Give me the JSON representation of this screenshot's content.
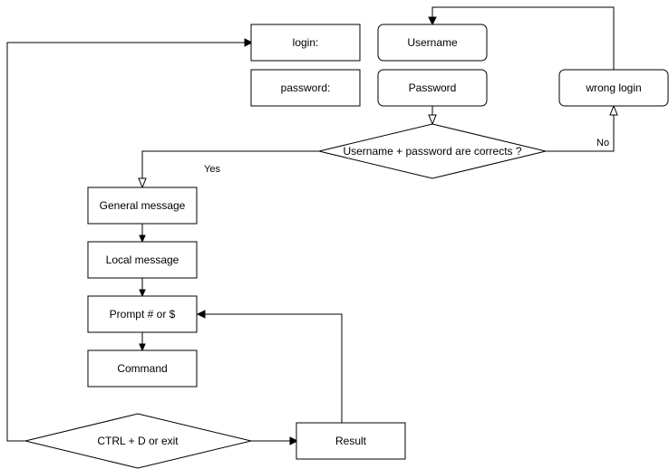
{
  "nodes": {
    "login": "login:",
    "password_label": "password:",
    "username": "Username",
    "password": "Password",
    "wrong_login": "wrong login",
    "decision_credentials": "Username + password are corrects ?",
    "general_message": "General message",
    "local_message": "Local message",
    "prompt": "Prompt # or $",
    "command": "Command",
    "decision_exit": "CTRL + D or exit",
    "result": "Result"
  },
  "edge_labels": {
    "yes": "Yes",
    "no": "No"
  }
}
